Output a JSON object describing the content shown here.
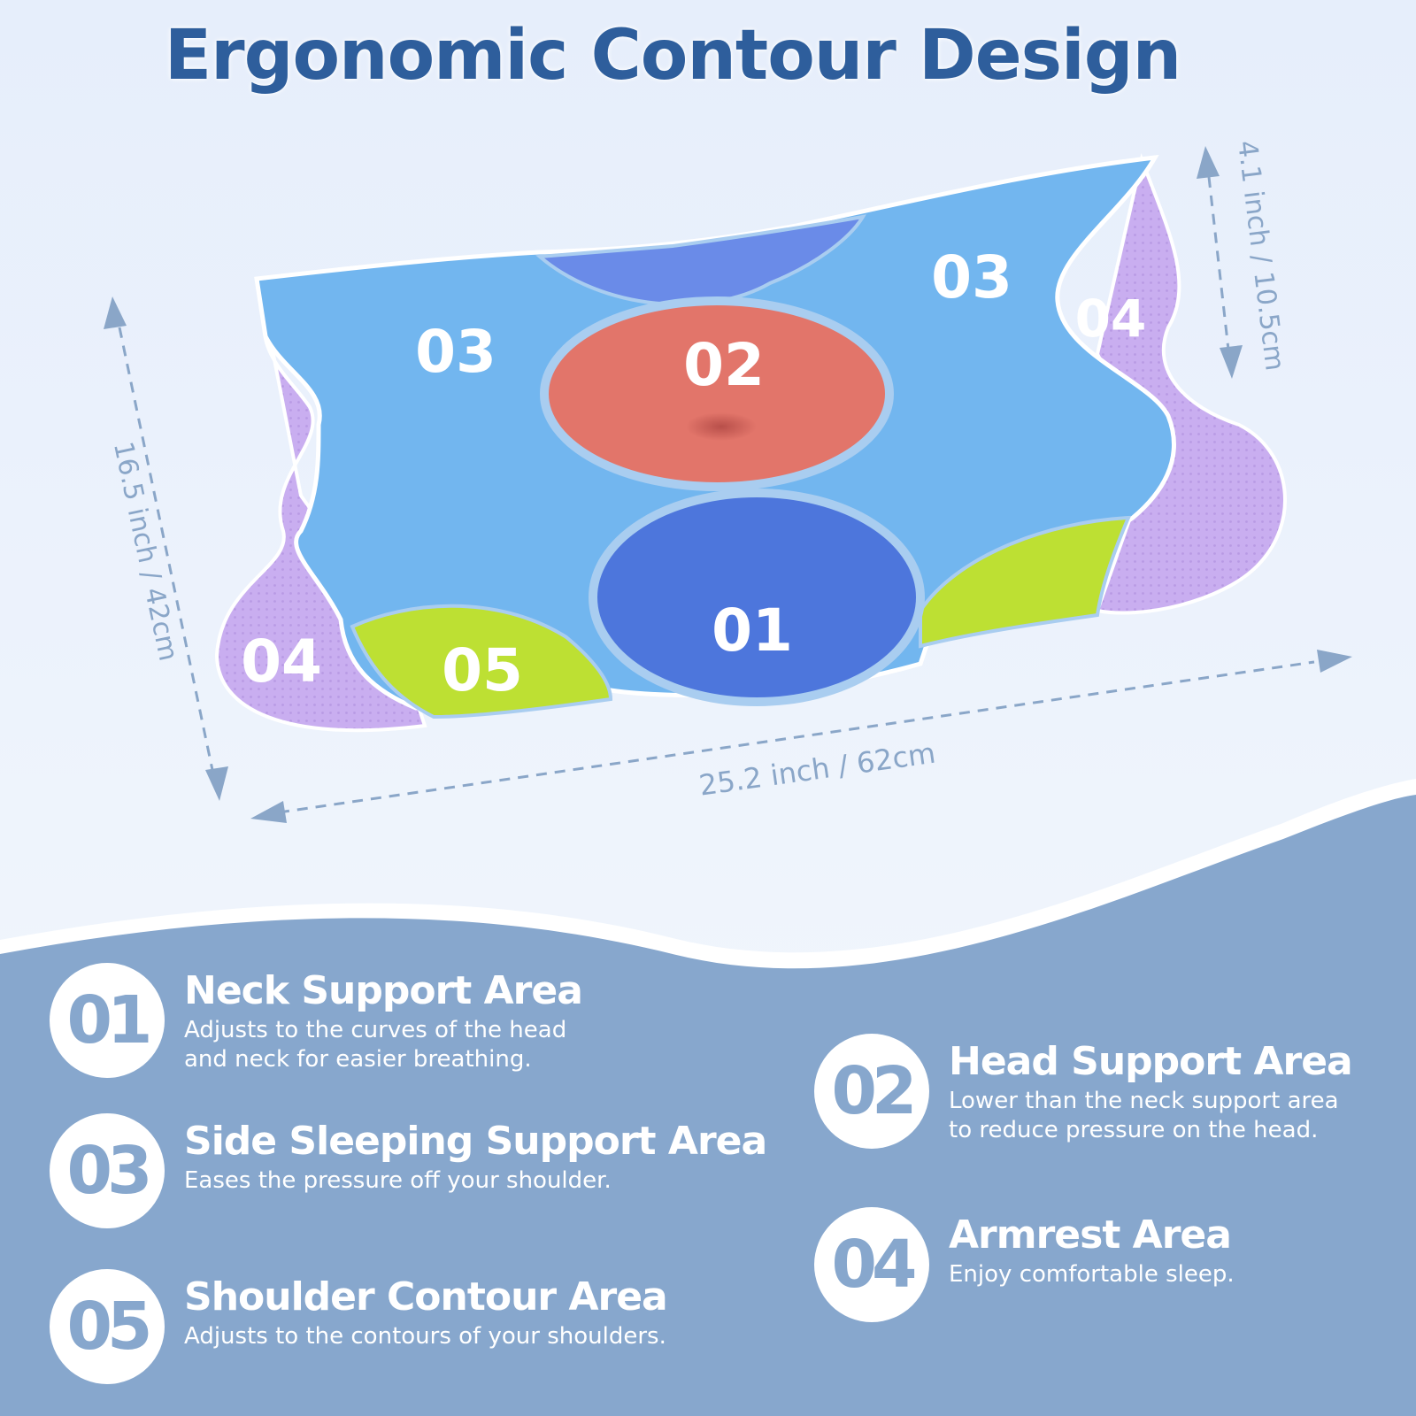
{
  "title": "Ergonomic Contour Design",
  "dimensions": {
    "height": "4.1 inch / 10.5cm",
    "depth": "16.5 inch / 42cm",
    "width": "25.2 inch / 62cm"
  },
  "zone_labels": {
    "neck": "01",
    "head": "02",
    "side_left": "03",
    "side_right": "03",
    "arm_left": "04",
    "arm_right": "04",
    "shoulder": "05"
  },
  "colors": {
    "background": "#eef4fc",
    "panel": "#87a7cd",
    "title": "#2e5e9c",
    "neck_zone": "#4d76dc",
    "head_zone": "#e2756a",
    "side_zone": "#72b6ef",
    "armrest_zone": "#c9aef0",
    "shoulder_zone": "#bde033",
    "dimension_line": "#8aa6c8"
  },
  "features": [
    {
      "number": "01",
      "heading": "Neck Support Area",
      "description": "Adjusts to the curves of the head\nand neck for easier breathing."
    },
    {
      "number": "02",
      "heading": "Head Support Area",
      "description": "Lower than the neck support area\nto reduce pressure on the head."
    },
    {
      "number": "03",
      "heading": "Side Sleeping Support Area",
      "description": "Eases the pressure off your shoulder."
    },
    {
      "number": "04",
      "heading": "Armrest Area",
      "description": "Enjoy comfortable sleep."
    },
    {
      "number": "05",
      "heading": "Shoulder Contour Area",
      "description": "Adjusts to the contours of your shoulders."
    }
  ]
}
